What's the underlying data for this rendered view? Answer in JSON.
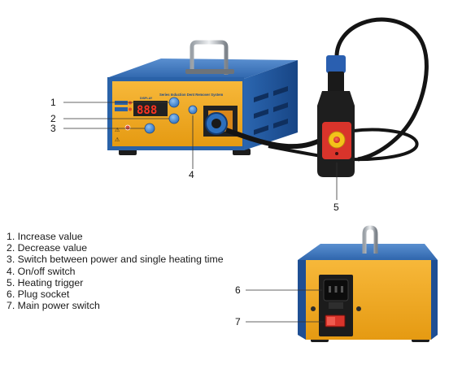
{
  "device_panel": {
    "brand_text": "Series Induction Dent Remover System",
    "display_value": "888",
    "display_label": "DISPLAY"
  },
  "callouts": {
    "c1": "1",
    "c2": "2",
    "c3": "3",
    "c4": "4",
    "c5": "5",
    "c6": "6",
    "c7": "7"
  },
  "legend": {
    "items": [
      "1. Increase value",
      "2. Decrease value",
      "3. Switch between power and single heating time",
      "4. On/off switch",
      "5. Heating trigger",
      "6. Plug socket",
      "7. Main power switch"
    ]
  },
  "colors": {
    "panel_orange": "#f2a81e",
    "body_blue": "#2a62a8",
    "button_blue": "#3f86d4",
    "trigger_red": "#d9342b",
    "trigger_yellow": "#f4c21a",
    "display_red": "#ff3320"
  }
}
